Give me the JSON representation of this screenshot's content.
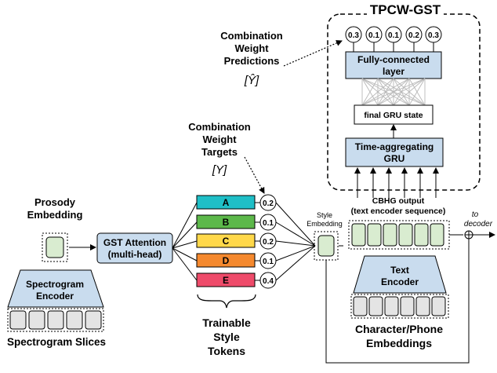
{
  "tpcw": {
    "title": "TPCW-GST",
    "predictions": [
      "0.3",
      "0.1",
      "0.1",
      "0.2",
      "0.3"
    ],
    "fc_layer": [
      "Fully-connected",
      "layer"
    ],
    "gru_state": "final GRU state",
    "time_gru": [
      "Time-aggregating",
      "GRU"
    ]
  },
  "pred_label": {
    "lines": [
      "Combination",
      "Weight",
      "Predictions"
    ],
    "symbol": "[Ŷ]"
  },
  "target_label": {
    "lines": [
      "Combination",
      "Weight",
      "Targets"
    ],
    "symbol": "[Y]"
  },
  "prosody": {
    "lines": [
      "Prosody",
      "Embedding"
    ]
  },
  "spectrogram_encoder": [
    "Spectrogram",
    "Encoder"
  ],
  "spectrogram_slices": "Spectrogram Slices",
  "gst_attention": [
    "GST Attention",
    "(multi-head)"
  ],
  "tokens": [
    {
      "label": "A",
      "weight": "0.2",
      "color": "#1fbfc7"
    },
    {
      "label": "B",
      "weight": "0.1",
      "color": "#5cb84a"
    },
    {
      "label": "C",
      "weight": "0.2",
      "color": "#ffd84a"
    },
    {
      "label": "D",
      "weight": "0.1",
      "color": "#f5892e"
    },
    {
      "label": "E",
      "weight": "0.4",
      "color": "#ee4b6a"
    }
  ],
  "tokens_caption": [
    "Trainable",
    "Style",
    "Tokens"
  ],
  "style_embedding": [
    "Style",
    "Embedding"
  ],
  "cbhg": [
    "CBHG output",
    "(text encoder sequence)"
  ],
  "to_decoder": [
    "to",
    "decoder"
  ],
  "text_encoder": [
    "Text",
    "Encoder"
  ],
  "char_embeddings": [
    "Character/Phone",
    "Embeddings"
  ],
  "colors": {
    "box_fill": "#c9dcee",
    "green_fill": "#d9ecd0",
    "gray_cell": "#e4e4e4",
    "token_A": "#1fbfc7",
    "token_B": "#5cb84a",
    "token_C": "#ffd84a",
    "token_D": "#f5892e",
    "token_E": "#ee4b6a"
  }
}
